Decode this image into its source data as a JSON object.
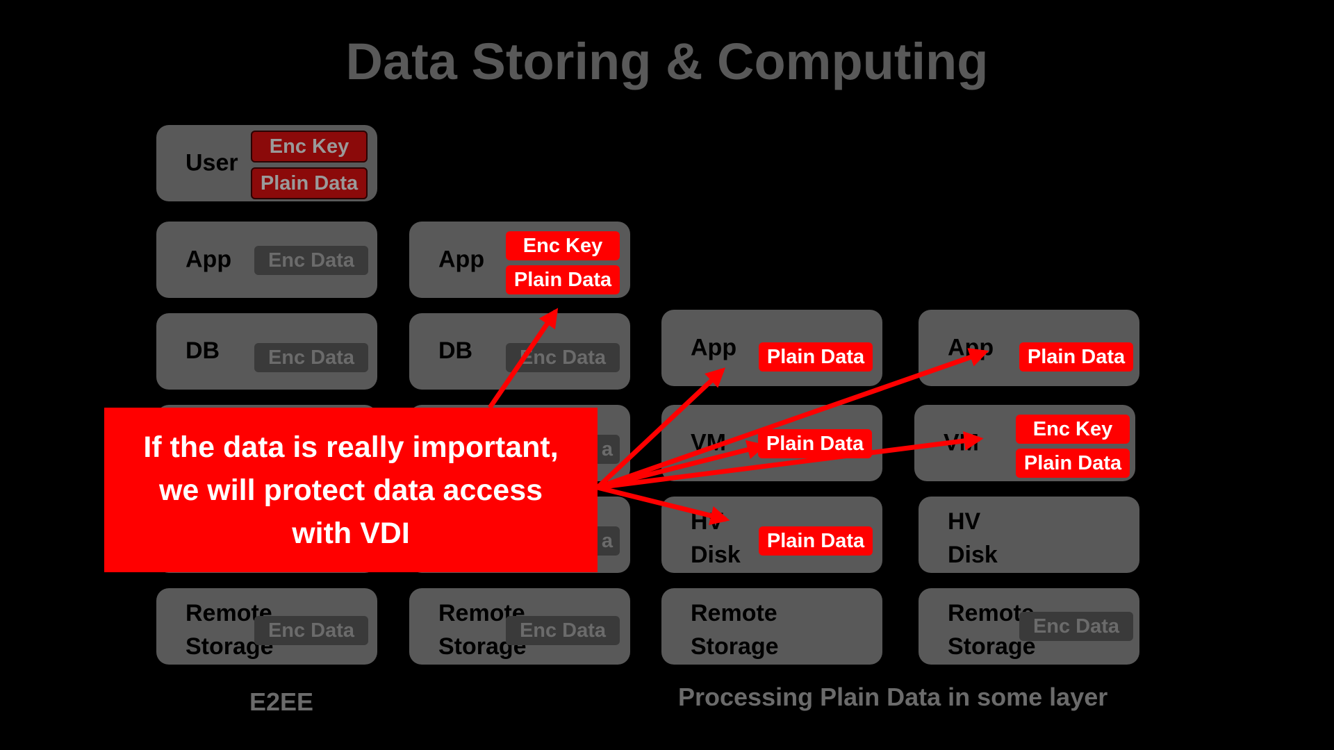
{
  "title": "Data Storing & Computing",
  "labels": {
    "user": "User",
    "app": "App",
    "db": "DB",
    "vm": "VM",
    "hv": "HV",
    "disk": "Disk",
    "remote": "Remote",
    "storage": "Storage"
  },
  "tags": {
    "enc_key": "Enc Key",
    "plain_data": "Plain Data",
    "enc_data": "Enc Data",
    "enc_data_partial": "a"
  },
  "captions": {
    "e2ee": "E2EE",
    "processing": "Processing Plain Data in some layer"
  },
  "callout": {
    "text": "If the data is really important,\nwe will protect data access\nwith VDI"
  },
  "colors": {
    "background": "#000000",
    "layer": "#595959",
    "accent": "#ff0000",
    "dark_red": "#8b0a0a"
  }
}
